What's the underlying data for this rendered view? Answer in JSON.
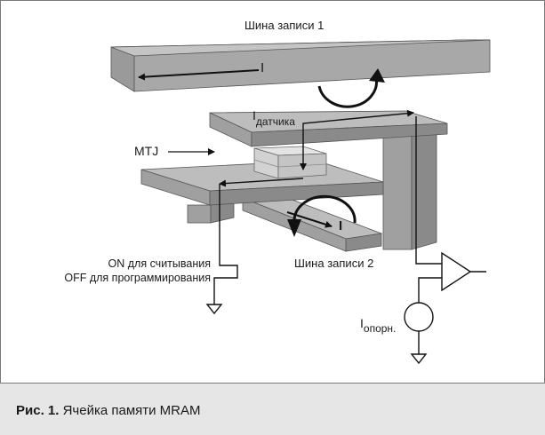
{
  "labels": {
    "write_bus_1": "Шина записи 1",
    "write_bus_2": "Шина записи 2",
    "current_i_top": "I",
    "current_i_bottom": "I",
    "i_sensor_main": "I",
    "i_sensor_sub": "датчика",
    "mtj": "MTJ",
    "on_read": "ON для считывания",
    "off_program": "OFF для программирования",
    "i_ref_main": "I",
    "i_ref_sub": "опорн."
  },
  "caption": {
    "number": "Рис. 1.",
    "text": " Ячейка памяти MRAM"
  },
  "colors": {
    "bar_top": "#bdbdbd",
    "bar_front": "#a0a0a0",
    "bar_side": "#8a8a8a",
    "mtj_light": "#e4e4e4",
    "line": "#111111",
    "caption_bg": "#e6e6e6"
  }
}
